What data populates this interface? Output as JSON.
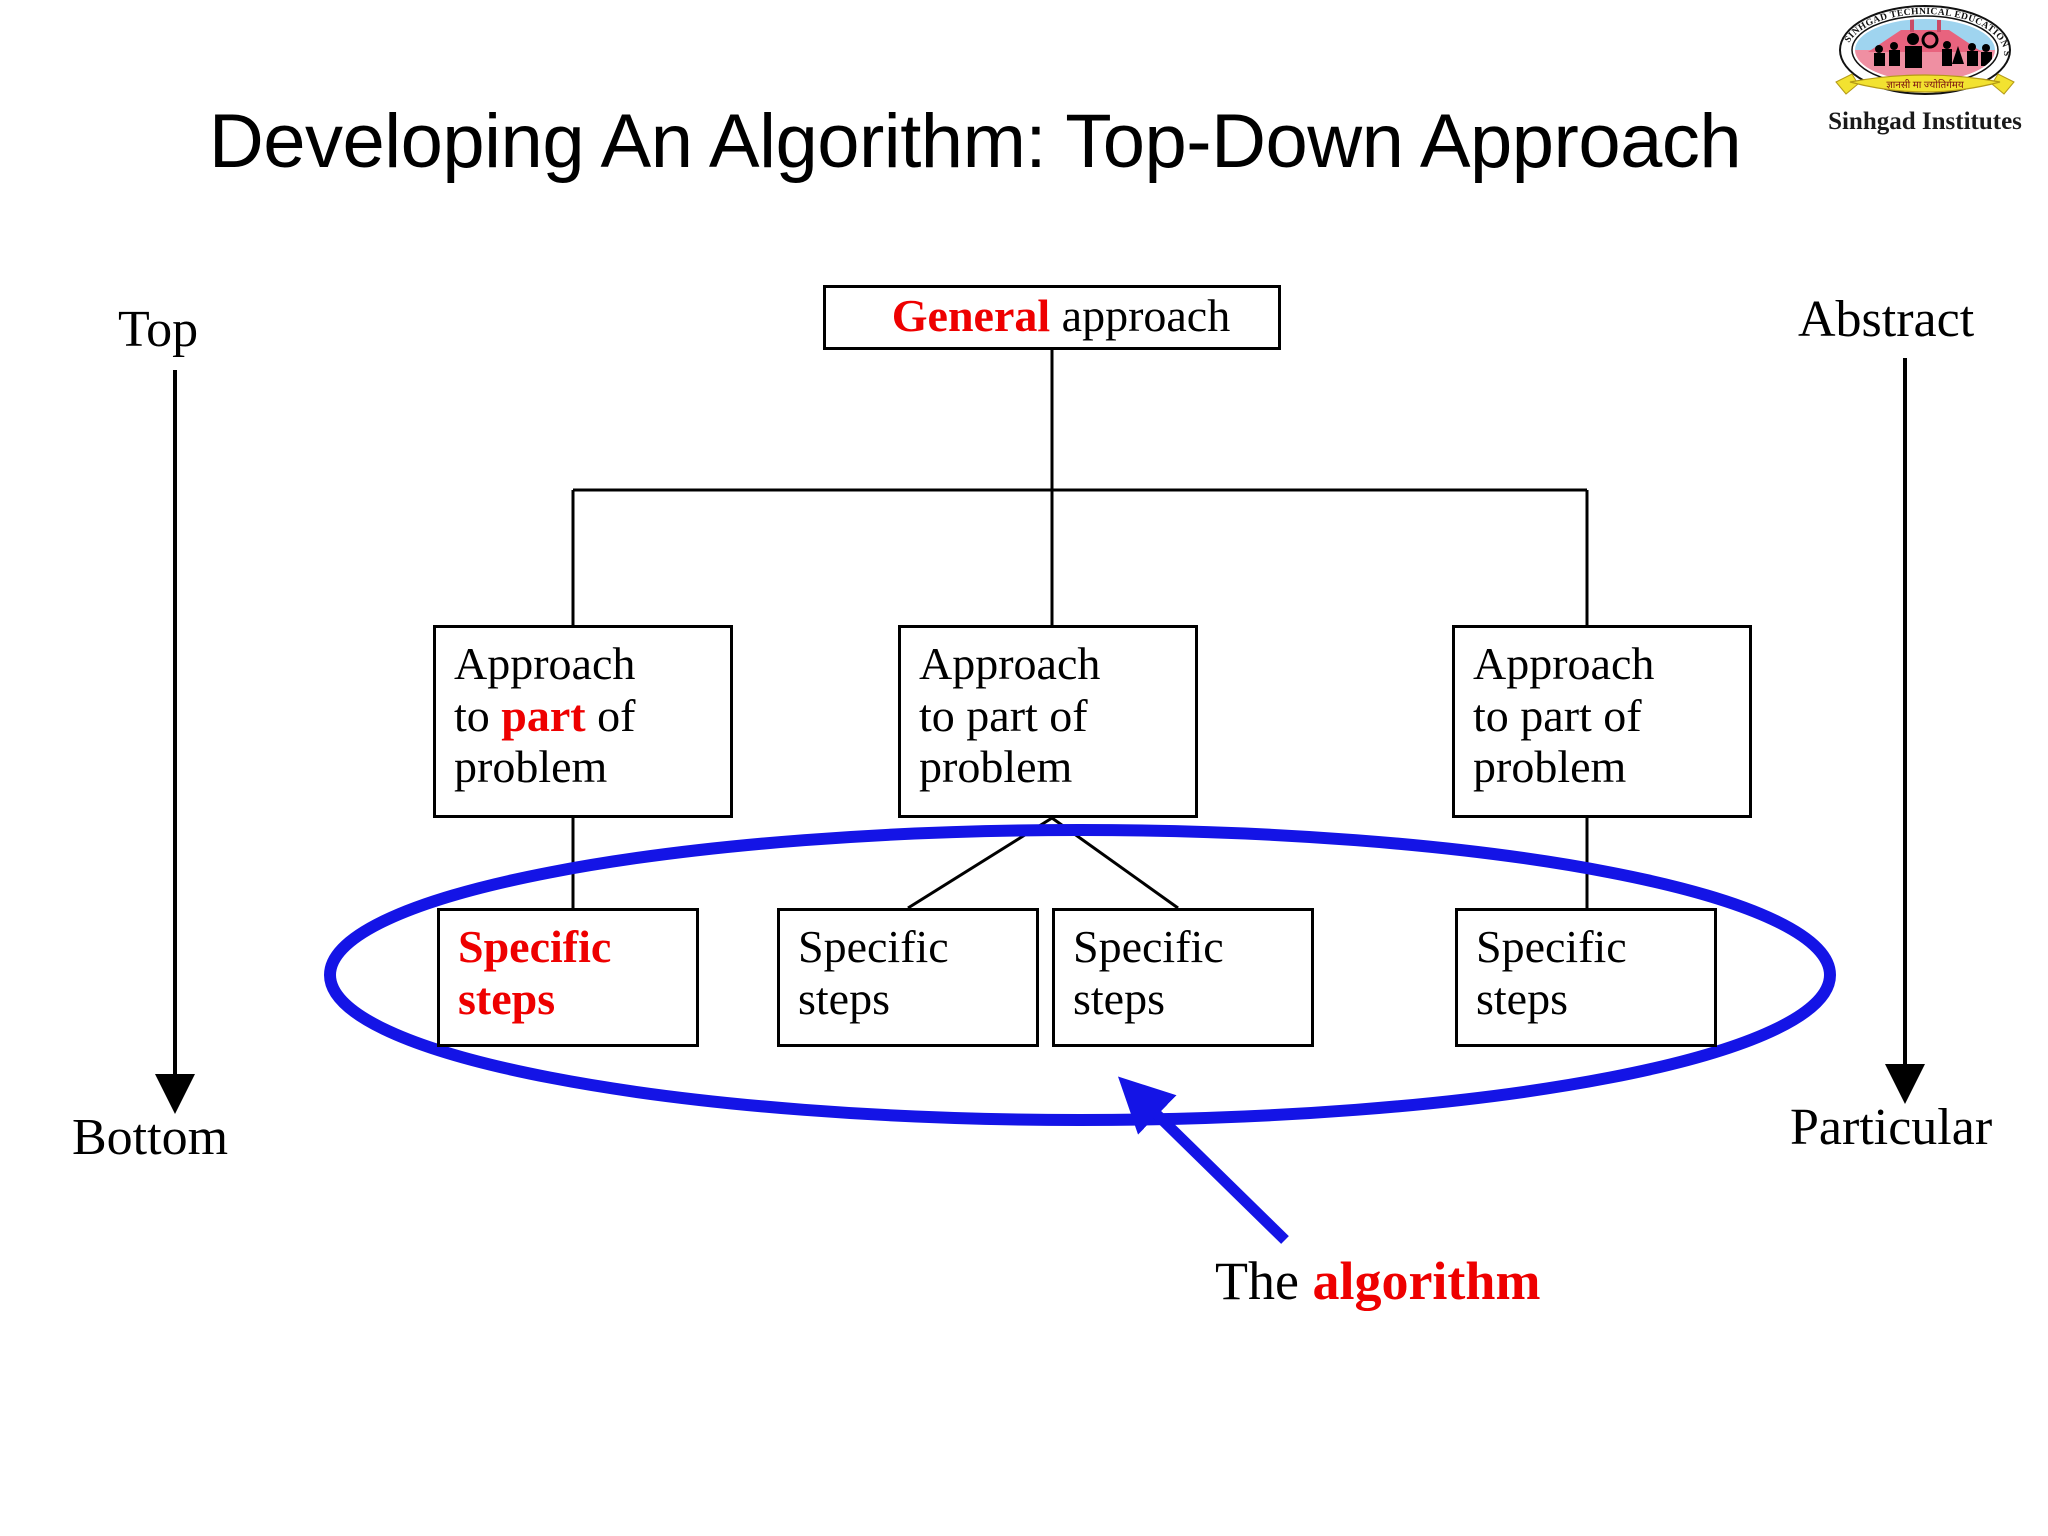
{
  "slide": {
    "title": "Developing An Algorithm: Top-Down Approach",
    "background_color": "#ffffff"
  },
  "logo": {
    "name": "sinhgad-institutes-logo",
    "caption": "Sinhgad Institutes",
    "emblem_outer_text": "SINHGAD TECHNICAL EDUCATION SOCIETY - PUNE",
    "ribbon_text": "ज्ञानसी मा ज्योतिर्गमय",
    "colors": {
      "ribbon": "#f2e230",
      "dome_upper": "#9fd4ef",
      "dome_lower": "#ef8fa2",
      "ring": "#ffffff",
      "outline": "#111111"
    }
  },
  "axis_labels": {
    "left_top": "Top",
    "left_bottom": "Bottom",
    "right_top": "Abstract",
    "right_bottom": "Particular"
  },
  "diagram": {
    "type": "top-down decomposition tree",
    "root": {
      "name": "general-approach",
      "text_red": "General",
      "text_black": " approach"
    },
    "level2": [
      {
        "name": "approach-part-1",
        "line1": "Approach",
        "line2_pre": "to ",
        "line2_red": "part",
        "line2_post": " of",
        "line3": "problem",
        "highlighted": true
      },
      {
        "name": "approach-part-2",
        "line1": "Approach",
        "line2_pre": "to part of",
        "line2_red": "",
        "line2_post": "",
        "line3": "problem",
        "highlighted": false
      },
      {
        "name": "approach-part-3",
        "line1": "Approach",
        "line2_pre": "to part of",
        "line2_red": "",
        "line2_post": "",
        "line3": "problem",
        "highlighted": false
      }
    ],
    "level3": [
      {
        "name": "specific-steps-1",
        "line1": "Specific",
        "line2": "steps",
        "highlighted": true
      },
      {
        "name": "specific-steps-2",
        "line1": "Specific",
        "line2": "steps",
        "highlighted": false
      },
      {
        "name": "specific-steps-3",
        "line1": "Specific",
        "line2": "steps",
        "highlighted": false
      },
      {
        "name": "specific-steps-4",
        "line1": "Specific",
        "line2": "steps",
        "highlighted": false
      }
    ],
    "callout": {
      "name": "algorithm-callout",
      "text_black": "The ",
      "text_red": "algorithm",
      "highlight_shape": "ellipse",
      "highlight_color": "#1414e6",
      "arrow_color": "#1414e6"
    },
    "colors": {
      "box_border": "#000000",
      "connector": "#000000",
      "accent_red": "#ee0000",
      "highlight_blue": "#1414e6"
    }
  }
}
